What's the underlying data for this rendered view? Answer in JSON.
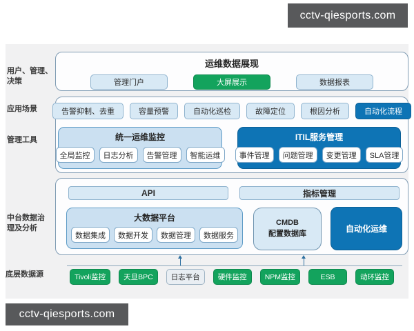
{
  "watermarks": {
    "top": "cctv-qiesports.com",
    "bottom": "cctv-qiesports.com"
  },
  "colors": {
    "green": "#13a35d",
    "dark_blue": "#0e74b5",
    "light_blue_fill": "#d8e9f5",
    "panel_fill": "#cbe0f1",
    "backdrop": "#f1f1f2",
    "watermark_bg": "#58595b"
  },
  "side_labels": {
    "users": "用户、管理、决策",
    "scenarios": "应用场景",
    "tools": "管理工具",
    "data_governance": "中台数据治理及分析",
    "data_sources": "底层数据源"
  },
  "presentation": {
    "title": "运维数据展现",
    "buttons": [
      "管理门户",
      "大屏展示",
      "数据报表"
    ]
  },
  "scenarios": {
    "buttons": [
      "告警抑制、去重",
      "容量预警",
      "自动化巡检",
      "故障定位",
      "根因分析",
      "自动化流程"
    ]
  },
  "monitoring": {
    "title": "统一运维监控",
    "buttons": [
      "全局监控",
      "日志分析",
      "告警管理",
      "智能运维"
    ]
  },
  "itil": {
    "title": "ITIL服务管理",
    "buttons": [
      "事件管理",
      "问题管理",
      "变更管理",
      "SLA管理"
    ]
  },
  "platform": {
    "api": "API",
    "metrics": "指标管理",
    "bigdata": {
      "title": "大数据平台",
      "buttons": [
        "数据集成",
        "数据开发",
        "数据管理",
        "数据服务"
      ]
    },
    "cmdb": {
      "line1": "CMDB",
      "line2": "配置数据库"
    },
    "automation": "自动化运维"
  },
  "sources": {
    "buttons": [
      "Tivoli监控",
      "天旦BPC",
      "日志平台",
      "硬件监控",
      "NPM监控",
      "ESB",
      "动环监控"
    ]
  }
}
